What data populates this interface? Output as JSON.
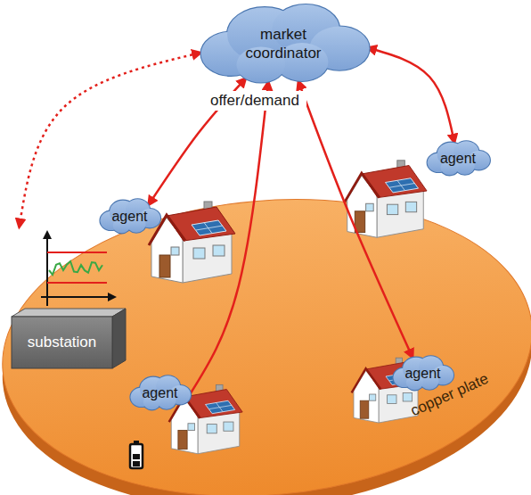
{
  "diagram": {
    "nodes": [
      {
        "text": [
          "market coordinator"
        ]
      },
      {
        "text": [
          "agent"
        ]
      },
      {
        "text": [
          "agent"
        ]
      },
      {
        "text": [
          "substation"
        ]
      },
      {
        "text": [
          "agent"
        ]
      },
      {
        "text": [
          "agent"
        ]
      }
    ],
    "edges": [
      {
        "from": 1,
        "to": 0,
        "arrow": "both"
      },
      {
        "from": 2,
        "to": 0,
        "arrow": "both"
      },
      {
        "from": 3,
        "to": 0,
        "arrow": "both"
      },
      {
        "from": 5,
        "to": 0,
        "arrow": "to"
      },
      {
        "from": 0,
        "to": 4,
        "arrow": "both"
      }
    ],
    "labels": [
      "offer/demand",
      "copper plate"
    ]
  }
}
